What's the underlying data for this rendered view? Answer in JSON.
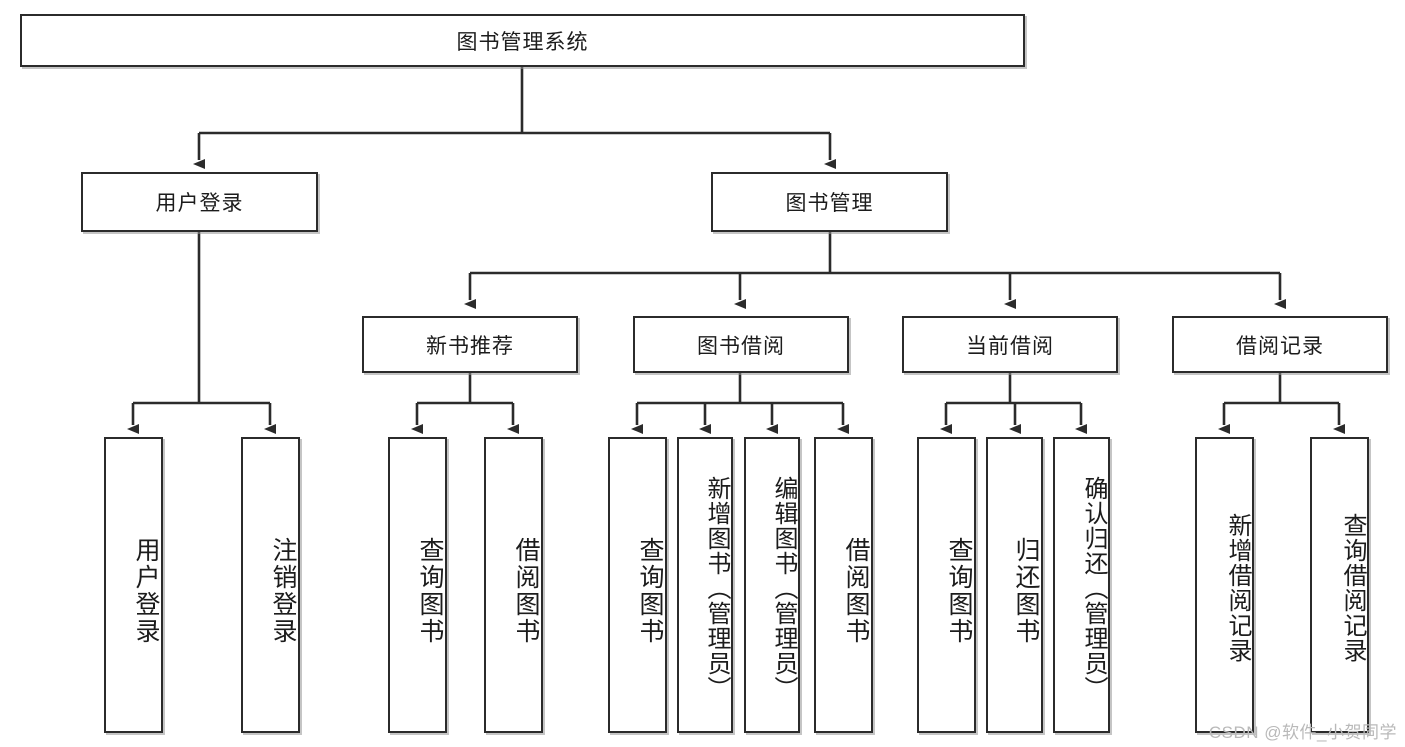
{
  "diagram": {
    "title": "图书管理系统",
    "type": "hierarchy-tree",
    "root": {
      "label": "图书管理系统"
    },
    "level2": [
      {
        "label": "用户登录"
      },
      {
        "label": "图书管理"
      }
    ],
    "level3": [
      {
        "label": "新书推荐",
        "parent": "图书管理"
      },
      {
        "label": "图书借阅",
        "parent": "图书管理"
      },
      {
        "label": "当前借阅",
        "parent": "图书管理"
      },
      {
        "label": "借阅记录",
        "parent": "图书管理"
      }
    ],
    "leaves": [
      {
        "label": "用户登录",
        "parent": "用户登录"
      },
      {
        "label": "注销登录",
        "parent": "用户登录"
      },
      {
        "label": "查询图书",
        "parent": "新书推荐"
      },
      {
        "label": "借阅图书",
        "parent": "新书推荐"
      },
      {
        "label": "查询图书",
        "parent": "图书借阅"
      },
      {
        "label": "新增图书（管理员）",
        "parent": "图书借阅"
      },
      {
        "label": "编辑图书（管理员）",
        "parent": "图书借阅"
      },
      {
        "label": "借阅图书",
        "parent": "图书借阅"
      },
      {
        "label": "查询图书",
        "parent": "当前借阅"
      },
      {
        "label": "归还图书",
        "parent": "当前借阅"
      },
      {
        "label": "确认归还（管理员）",
        "parent": "当前借阅"
      },
      {
        "label": "新增借阅记录",
        "parent": "借阅记录"
      },
      {
        "label": "查询借阅记录",
        "parent": "借阅记录"
      }
    ],
    "watermark": "CSDN @软件_小贺同学",
    "colors": {
      "stroke": "#2b2b2b",
      "fill": "#ffffff",
      "text": "#1c1c1c",
      "watermark": "#b9b9b9"
    }
  }
}
